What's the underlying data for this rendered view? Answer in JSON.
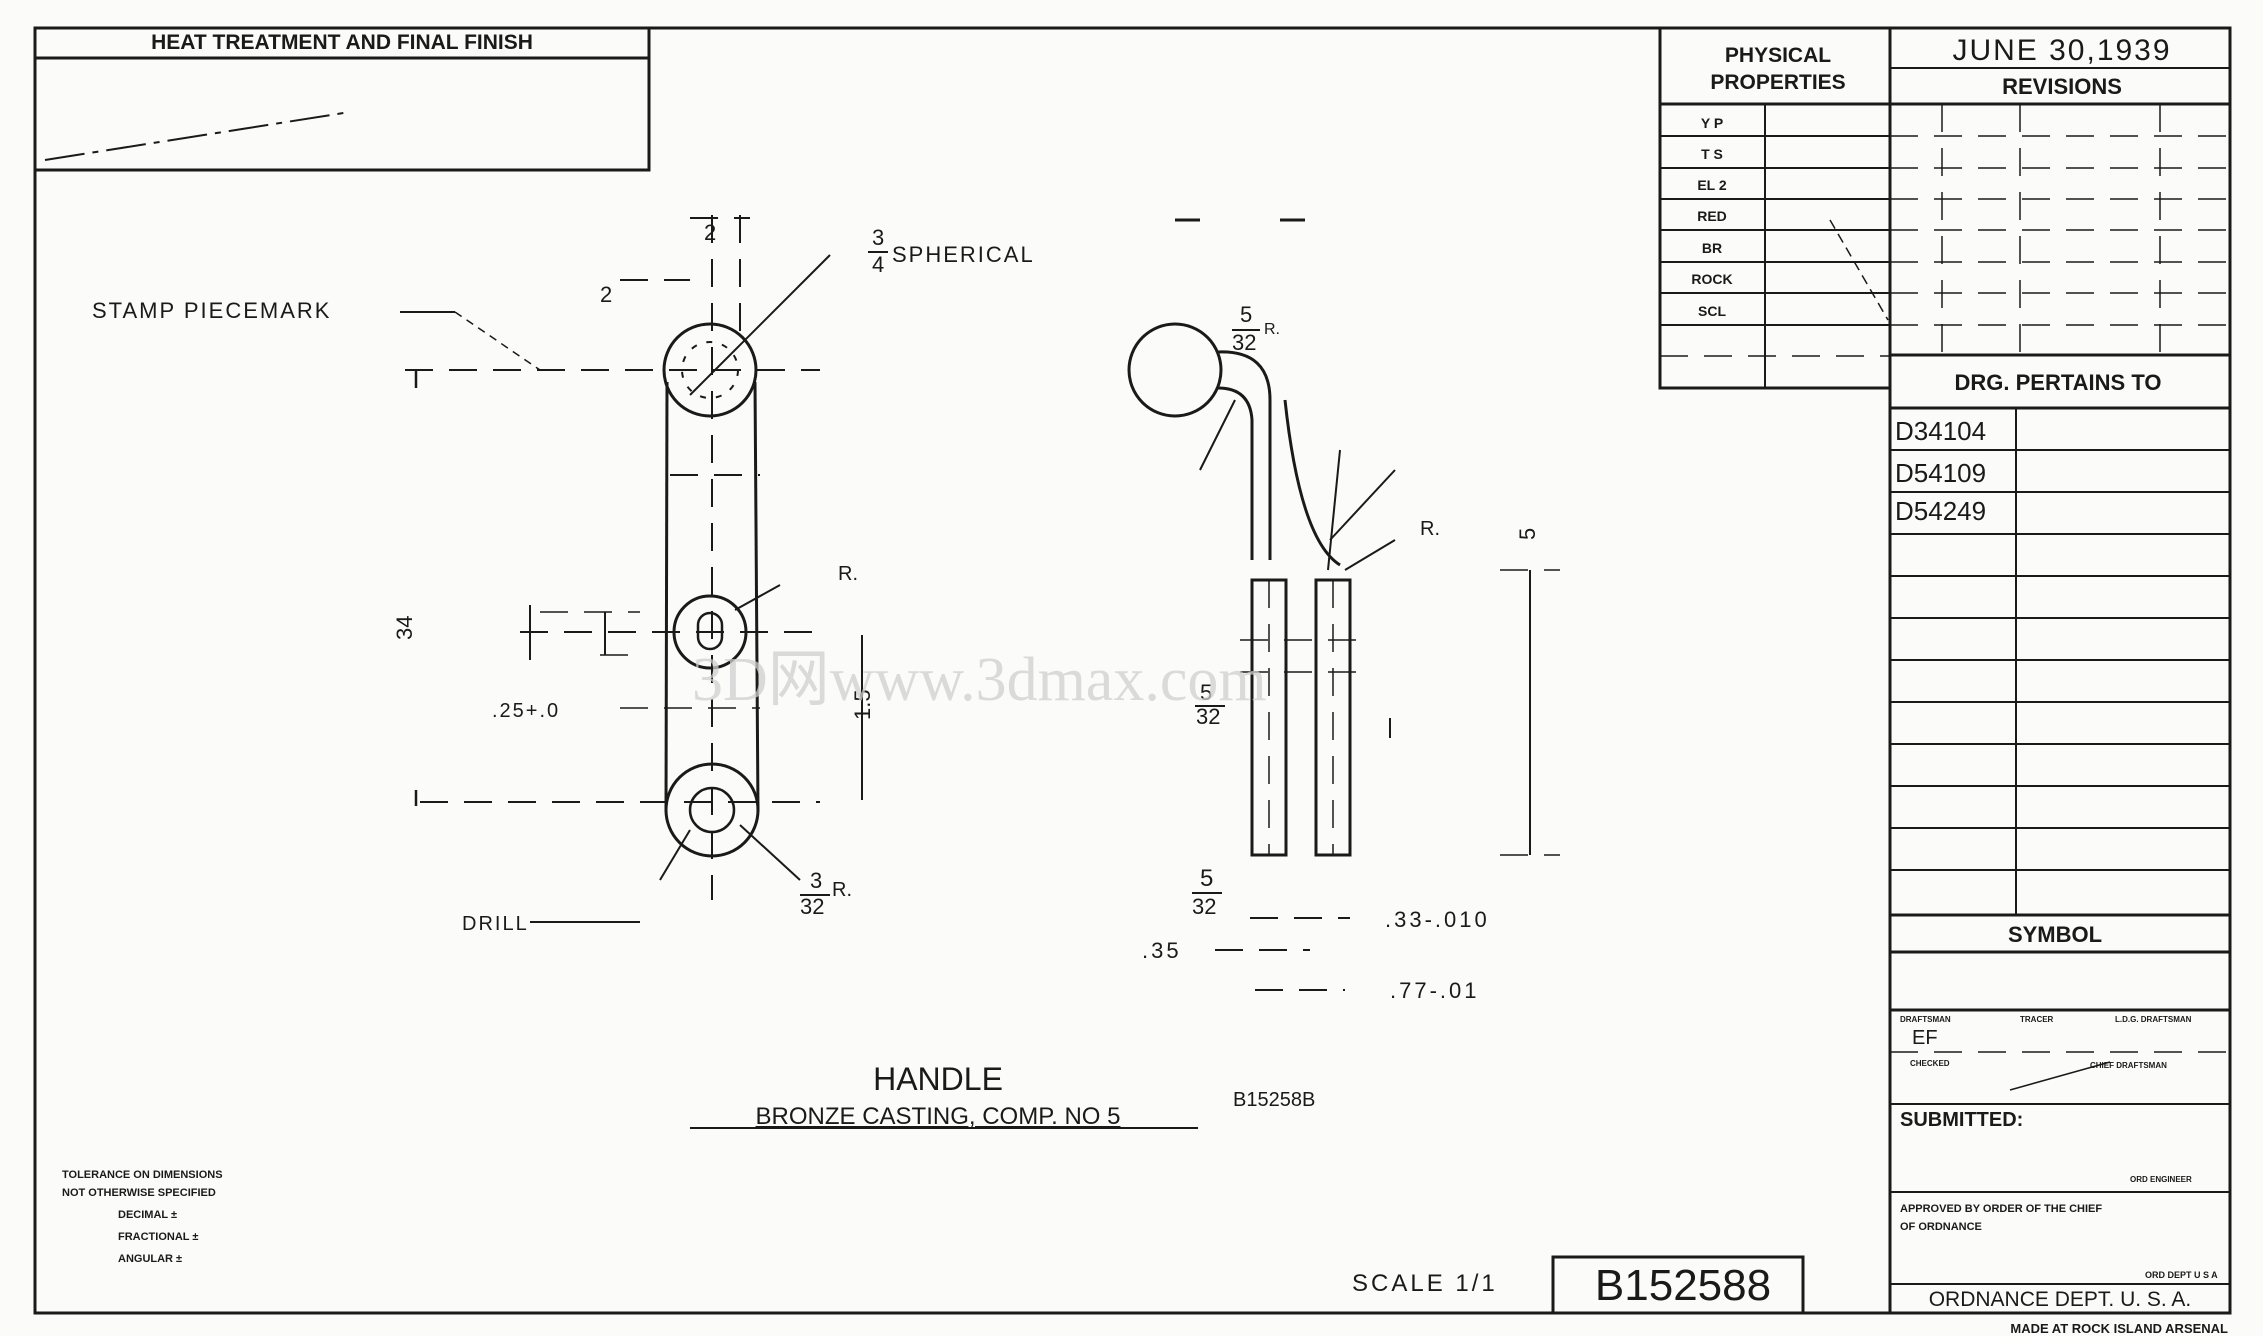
{
  "heat_treatment": {
    "title": "HEAT TREATMENT AND FINAL FINISH"
  },
  "physical_properties": {
    "title_line1": "PHYSICAL",
    "title_line2": "PROPERTIES",
    "rows": [
      "Y P",
      "T S",
      "EL 2",
      "RED",
      "BR",
      "ROCK",
      "SCL"
    ]
  },
  "revisions": {
    "date": "JUNE 30,1939",
    "title": "REVISIONS"
  },
  "drg_pertains": {
    "title": "DRG. PERTAINS TO",
    "items": [
      "D34104",
      "D54109",
      "D54249"
    ]
  },
  "symbol": {
    "title": "SYMBOL"
  },
  "signatures": {
    "draftsman": "DRAFTSMAN",
    "tracer": "TRACER",
    "ldg_draftsman": "L.D.G. DRAFTSMAN",
    "checked": "CHECKED",
    "chief_draftsman": "CHIEF DRAFTSMAN",
    "submitted": "SUBMITTED:",
    "ord_engineer": "ORD ENGINEER",
    "approved": "APPROVED BY ORDER OF THE CHIEF",
    "approved2": "OF ORDNANCE",
    "ord_dept_small": "ORD DEPT U S A",
    "ordnance": "ORDNANCE DEPT. U. S. A.",
    "made_at": "MADE AT ROCK ISLAND ARSENAL"
  },
  "part": {
    "name": "HANDLE",
    "material": "BRONZE CASTING, COMP. NO 5",
    "ref": "B15258B",
    "drawing_number": "B152588",
    "scale": "SCALE 1/1"
  },
  "tolerance_note": {
    "line1": "TOLERANCE ON DIMENSIONS",
    "line2": "NOT OTHERWISE SPECIFIED",
    "line3": "DECIMAL ±",
    "line4": "FRACTIONAL ±",
    "line5": "ANGULAR ±"
  },
  "annotations": {
    "stamp": "STAMP PIECEMARK",
    "spherical": "SPHERICAL",
    "dim_15": "1.5",
    "dim_25": ".25+.0",
    "dim_drill": "DRILL",
    "dim_33": ".33-.010",
    "dim_35": ".35",
    "dim_77": ".77-.01",
    "r_label": "R.",
    "frac_3": "3",
    "frac_4": "4",
    "frac_5": "5",
    "frac_32": "32",
    "frac_34": "34",
    "frac_1": "1",
    "frac_2": "2"
  },
  "watermark": "3D网www.3dmax.com"
}
